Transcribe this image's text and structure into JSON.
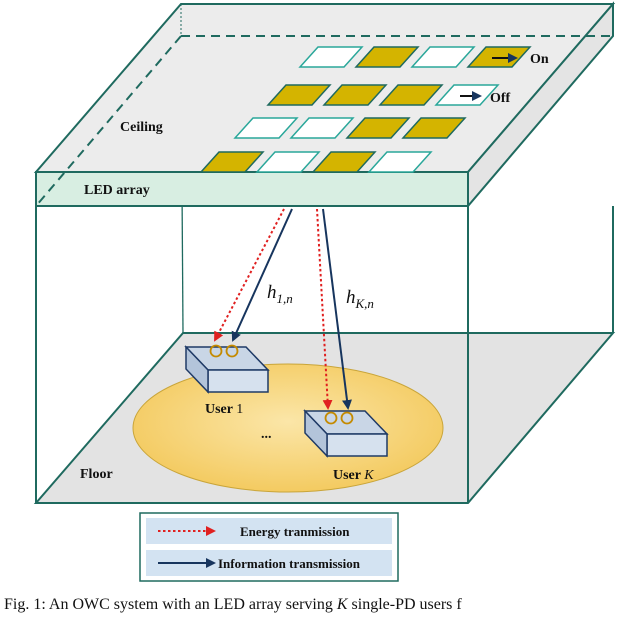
{
  "labels": {
    "on": "On",
    "off": "Off",
    "ceiling": "Ceiling",
    "led_array": "LED array",
    "floor": "Floor",
    "user1_prefix": "User ",
    "user1_index": "1",
    "userk_prefix": "User ",
    "userk_index": "K",
    "dots": "...",
    "channel1_main": "h",
    "channel1_sub": "1,n",
    "channelk_main": "h",
    "channelk_sub": "K,n"
  },
  "legend": {
    "energy": "Energy tranmission",
    "information": "Information transmission"
  },
  "caption": {
    "prefix": "Fig. 1: An OWC system with an LED array serving ",
    "k": "K",
    "suffix": " single-PD users f"
  },
  "led_panel": {
    "rows": [
      [
        "off",
        "on",
        "off",
        "on"
      ],
      [
        "on",
        "on",
        "on",
        "off"
      ],
      [
        "off",
        "off",
        "on",
        "on"
      ],
      [
        "on",
        "off",
        "on",
        "off"
      ]
    ]
  },
  "colors": {
    "frame": "#1f6a5f",
    "led_on": "#d4b400",
    "led_off": "#ffffff",
    "energy_arrow": "#e02020",
    "info_arrow": "#17355e",
    "ceiling_fill": "#ececec",
    "led_band": "#d8eee2",
    "floor_fill": "#e3e3e3",
    "ellipse_fill": "#f6d47a",
    "box_fill": "#c9d6e6",
    "legend_fill": "#d3e3f2"
  }
}
